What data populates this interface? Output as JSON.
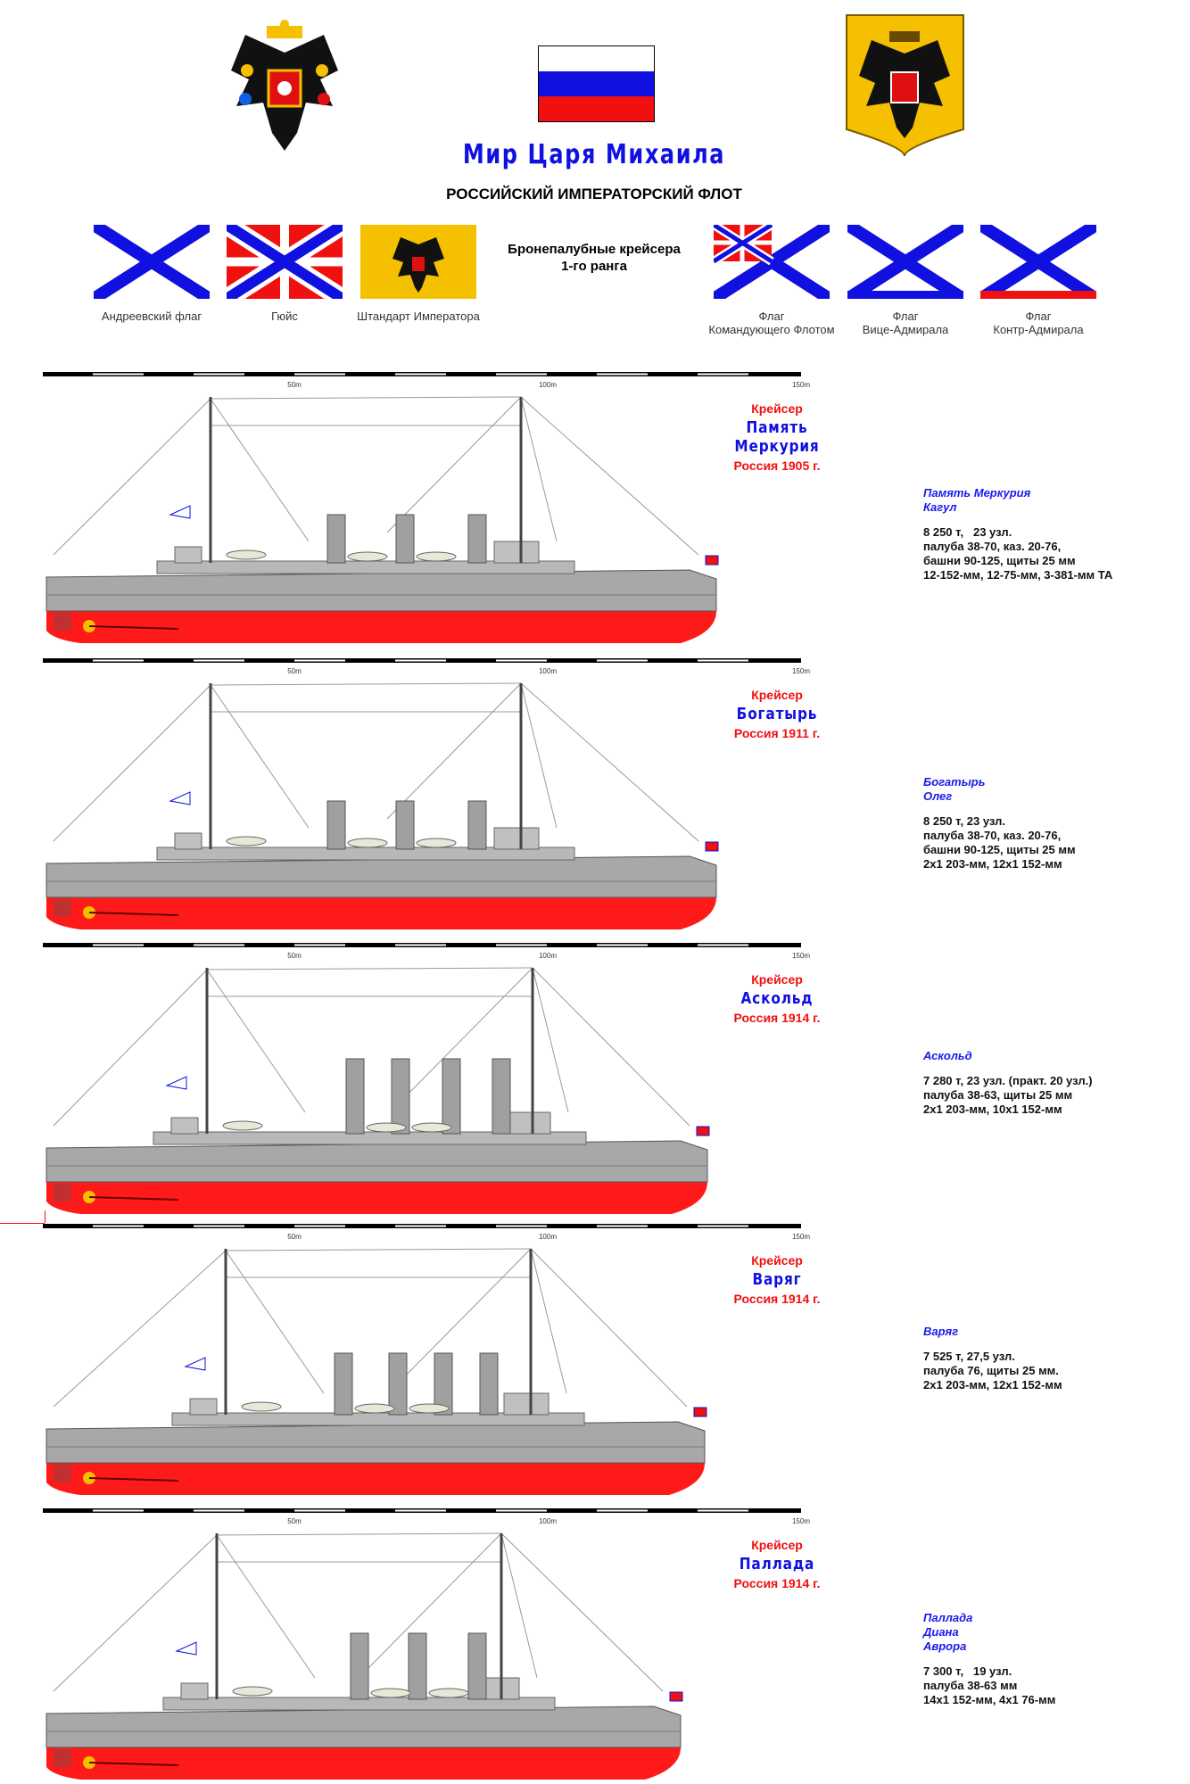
{
  "header": {
    "title": "Мир Царя Михаила",
    "subtitle": "РОССИЙСКИЙ ИМПЕРАТОРСКИЙ ФЛОТ",
    "caption_line1": "Бронепалубные крейсера",
    "caption_line2": "1-го ранга"
  },
  "flags": [
    {
      "label": "Андреевский флаг"
    },
    {
      "label": "Гюйс"
    },
    {
      "label": "Штандарт Императора"
    },
    {
      "label": "Флаг\nКомандующего Флотом"
    },
    {
      "label": "Флаг\nВице-Адмирала"
    },
    {
      "label": "Флаг\nКонтр-Адмирала"
    }
  ],
  "colors": {
    "blue": "#1010e0",
    "red": "#f01010",
    "hull": "#a8a8a8",
    "underwater": "#ff1a1a",
    "gold": "#f5c000"
  },
  "scale": {
    "labels": [
      "50m",
      "100m",
      "150m"
    ]
  },
  "ships": [
    {
      "type": "Крейсер",
      "name": "Память Меркурия",
      "country": "Россия 1905 г.",
      "names": [
        "Память Меркурия",
        "Кагул"
      ],
      "specs": [
        "8 250 т,   23 узл.",
        "палуба 38-70, каз. 20-76,",
        "башни 90-125, щиты 25 мм",
        "12-152-мм, 12-75-мм, 3-381-мм ТА"
      ]
    },
    {
      "type": "Крейсер",
      "name": "Богатырь",
      "country": "Россия 1911 г.",
      "names": [
        "Богатырь",
        "Олег"
      ],
      "specs": [
        "8 250 т, 23 узл.",
        "палуба 38-70, каз. 20-76,",
        "башни 90-125, щиты 25 мм",
        "2x1 203-мм, 12x1 152-мм"
      ]
    },
    {
      "type": "Крейсер",
      "name": "Аскольд",
      "country": "Россия 1914 г.",
      "names": [
        "Аскольд"
      ],
      "specs": [
        "7 280 т, 23 узл. (практ. 20 узл.)",
        "палуба 38-63, щиты 25 мм",
        "2x1 203-мм, 10x1 152-мм"
      ]
    },
    {
      "type": "Крейсер",
      "name": "Варяг",
      "country": "Россия 1914 г.",
      "names": [
        "Варяг"
      ],
      "specs": [
        "7 525 т, 27,5 узл.",
        "палуба 76, щиты 25 мм.",
        "2x1 203-мм, 12x1 152-мм"
      ]
    },
    {
      "type": "Крейсер",
      "name": "Паллада",
      "country": "Россия 1914 г.",
      "names": [
        "Паллада",
        "Диана",
        "Аврора"
      ],
      "specs": [
        "7 300 т,   19 узл.",
        "палуба 38-63 мм",
        "14x1 152-мм, 4x1 76-мм"
      ]
    }
  ]
}
